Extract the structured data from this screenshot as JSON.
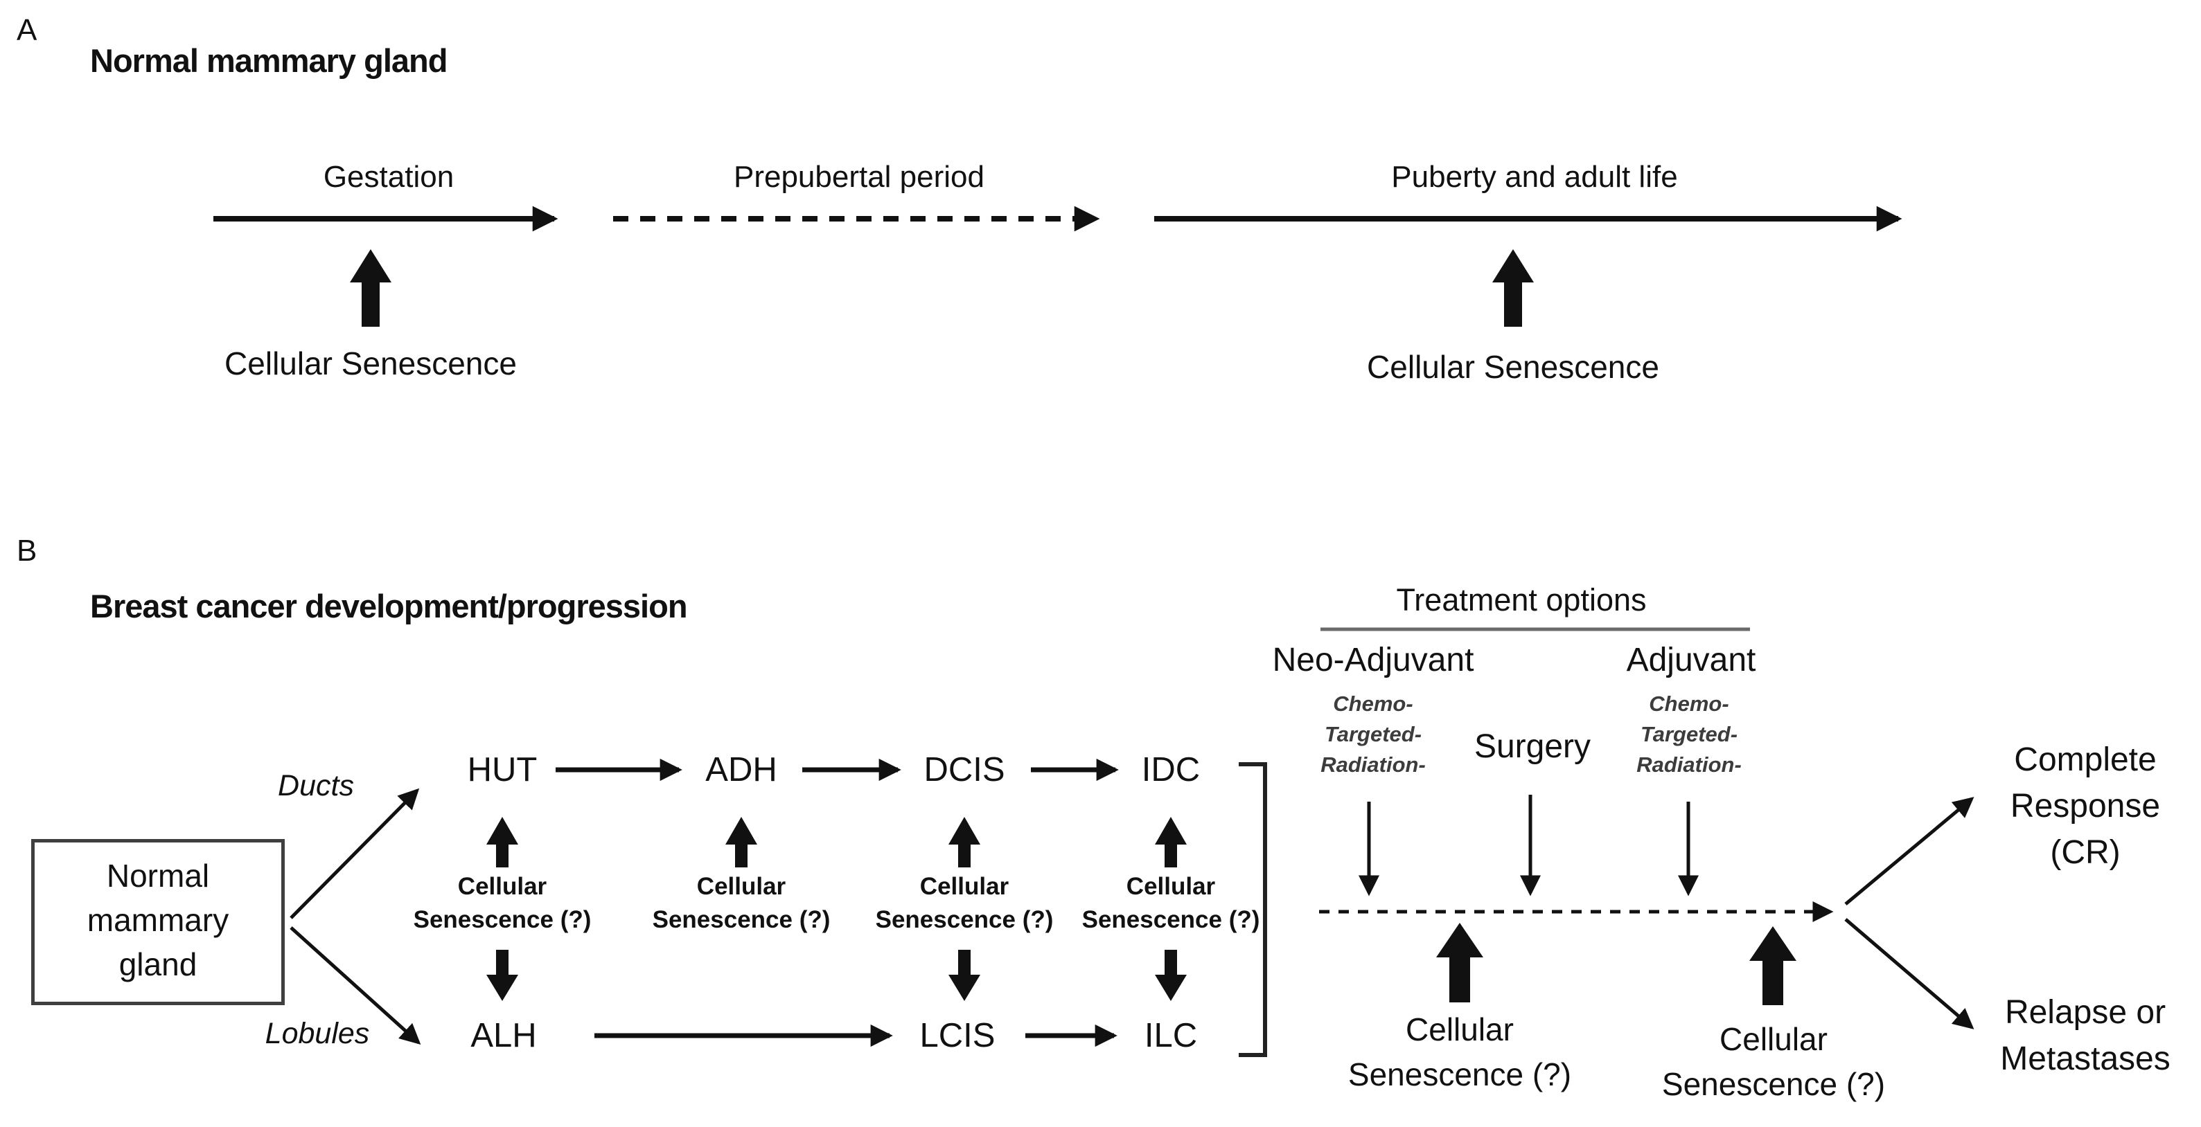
{
  "panel_a": {
    "label": "A",
    "title": "Normal mammary gland",
    "timeline": [
      {
        "label": "Gestation",
        "style": "solid"
      },
      {
        "label": "Prepubertal period",
        "style": "dashed"
      },
      {
        "label": "Puberty and adult life",
        "style": "solid"
      }
    ],
    "senescence_markers": [
      {
        "label": "Cellular Senescence"
      },
      {
        "label": "Cellular Senescence"
      }
    ]
  },
  "panel_b": {
    "label": "B",
    "title": "Breast cancer development/progression",
    "source_box": {
      "lines": [
        "Normal",
        "mammary",
        "gland"
      ]
    },
    "branch_labels": {
      "ducts": "Ducts",
      "lobules": "Lobules"
    },
    "duct_pathway": [
      "HUT",
      "ADH",
      "DCIS",
      "IDC"
    ],
    "lobule_pathway": [
      "ALH",
      "LCIS",
      "ILC"
    ],
    "senescence_question_small": {
      "line1": "Cellular",
      "line2": "Senescence (?)"
    },
    "treatment": {
      "title": "Treatment options",
      "neo_adjuvant": "Neo-Adjuvant",
      "adjuvant": "Adjuvant",
      "surgery": "Surgery",
      "modalities": [
        "Chemo-",
        "Targeted-",
        "Radiation-"
      ],
      "senescence_labels": [
        {
          "line1": "Cellular",
          "line2": "Senescence (?)"
        },
        {
          "line1": "Cellular",
          "line2": "Senescence (?)"
        }
      ]
    },
    "outcomes": {
      "complete_response": [
        "Complete",
        "Response",
        "(CR)"
      ],
      "relapse": [
        "Relapse or",
        "Metastases"
      ]
    }
  },
  "colors": {
    "ink": "#111111",
    "muted_text": "#3c3c3c",
    "underline": "#6a6a6a",
    "box_border": "#3f3f3f"
  }
}
